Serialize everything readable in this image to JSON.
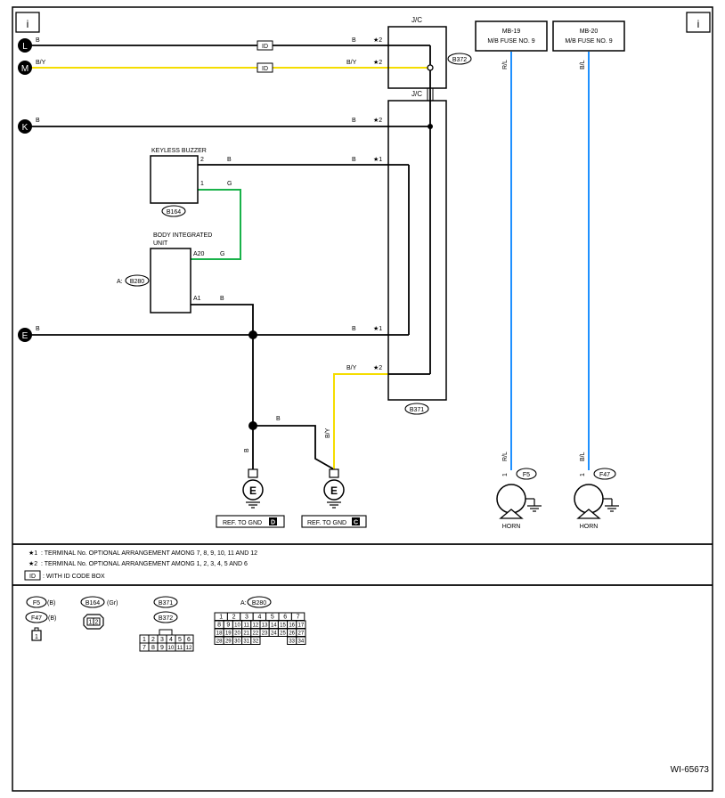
{
  "page": {
    "info_icon": "i",
    "code": "WI-65673"
  },
  "connectors_left": {
    "L": "L",
    "M": "M",
    "K": "K",
    "E": "E"
  },
  "wires": {
    "B": "B",
    "BY": "B/Y",
    "G": "G",
    "RL": "R/L",
    "BL": "B/L"
  },
  "stars": {
    "s1": "★1",
    "s2": "★2"
  },
  "jc": {
    "label": "J/C",
    "id_box": "ID"
  },
  "fuses": {
    "mb19_line1": "MB-19",
    "mb19_line2": "M/B FUSE NO. 9",
    "mb20_line1": "MB-20",
    "mb20_line2": "M/B FUSE NO. 9"
  },
  "components": {
    "keyless_buzzer": "KEYLESS BUZZER",
    "body_integrated_line1": "BODY INTEGRATED",
    "body_integrated_line2": "UNIT",
    "body_prefix": "A:",
    "horn": "HORN"
  },
  "pins": {
    "p1": "1",
    "p2": "2",
    "a20": "A20",
    "a1": "A1"
  },
  "connector_ids": {
    "b372": "B372",
    "b371": "B371",
    "b164": "B164",
    "b280": "B280",
    "f5": "F5",
    "f47": "F47"
  },
  "ground_refs": {
    "ref1_text": "REF. TO GND",
    "ref1_code": "D",
    "ref2_text": "REF. TO GND",
    "ref2_code": "C",
    "gnd": "E"
  },
  "legend": {
    "star1": "★1",
    "star1_text": ": TERMINAL No. OPTIONAL ARRANGEMENT AMONG 7, 8, 9, 10, 11 AND 12",
    "star2": "★2",
    "star2_text": ": TERMINAL No. OPTIONAL ARRANGEMENT AMONG 1, 2, 3, 4, 5 AND 6",
    "id_box": "ID",
    "id_text": ": WITH ID CODE BOX"
  },
  "connector_views": {
    "f5_color": "(B)",
    "f47_color": "(B)",
    "f_pin": "1",
    "b164_color": "(Gr)",
    "b164_pins": [
      "1",
      "2"
    ],
    "b371_pins": [
      "1",
      "2",
      "3",
      "4",
      "5",
      "6",
      "7",
      "8",
      "9",
      "10",
      "11",
      "12"
    ],
    "b280_prefix": "A:",
    "b280_row1": [
      "1",
      "2",
      "3",
      "4",
      "5",
      "6",
      "7"
    ],
    "b280_row2": [
      "8",
      "9",
      "10",
      "11",
      "12",
      "13",
      "14",
      "15",
      "16",
      "17"
    ],
    "b280_row3": [
      "18",
      "19",
      "20",
      "21",
      "22",
      "23",
      "24",
      "25",
      "26",
      "27"
    ],
    "b280_row4": [
      "28",
      "29",
      "30",
      "31",
      "32",
      "33",
      "34"
    ]
  },
  "colors": {
    "black_wire": "#000000",
    "yellow_wire": "#ffe600",
    "green_wire": "#19b24a",
    "blue_wire": "#1e90ff"
  }
}
